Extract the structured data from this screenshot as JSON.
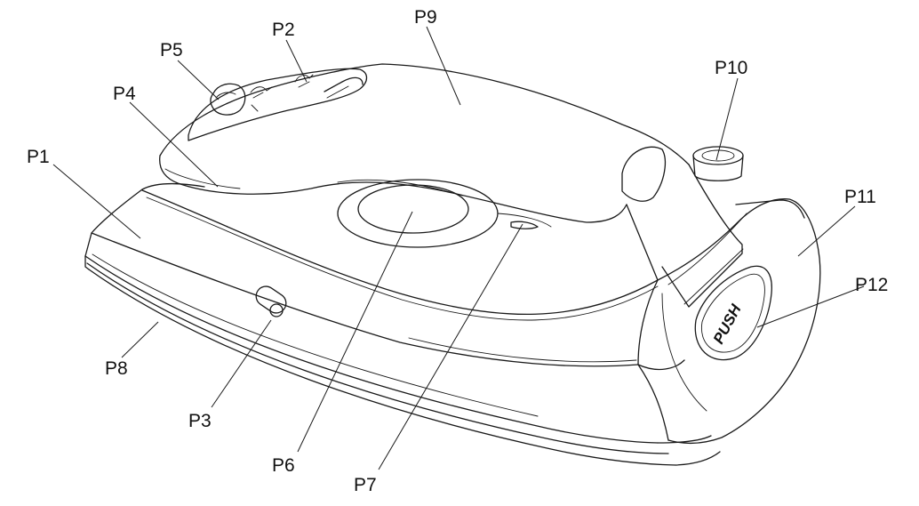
{
  "diagram": {
    "subject": "travel steam iron exploded-callout line drawing",
    "push_button_text": "PUSH",
    "callouts": [
      {
        "id": "P1",
        "label": "P1"
      },
      {
        "id": "P2",
        "label": "P2"
      },
      {
        "id": "P3",
        "label": "P3"
      },
      {
        "id": "P4",
        "label": "P4"
      },
      {
        "id": "P5",
        "label": "P5"
      },
      {
        "id": "P6",
        "label": "P6"
      },
      {
        "id": "P7",
        "label": "P7"
      },
      {
        "id": "P8",
        "label": "P8"
      },
      {
        "id": "P9",
        "label": "P9"
      },
      {
        "id": "P10",
        "label": "P10"
      },
      {
        "id": "P11",
        "label": "P11"
      },
      {
        "id": "P12",
        "label": "P12"
      }
    ]
  }
}
